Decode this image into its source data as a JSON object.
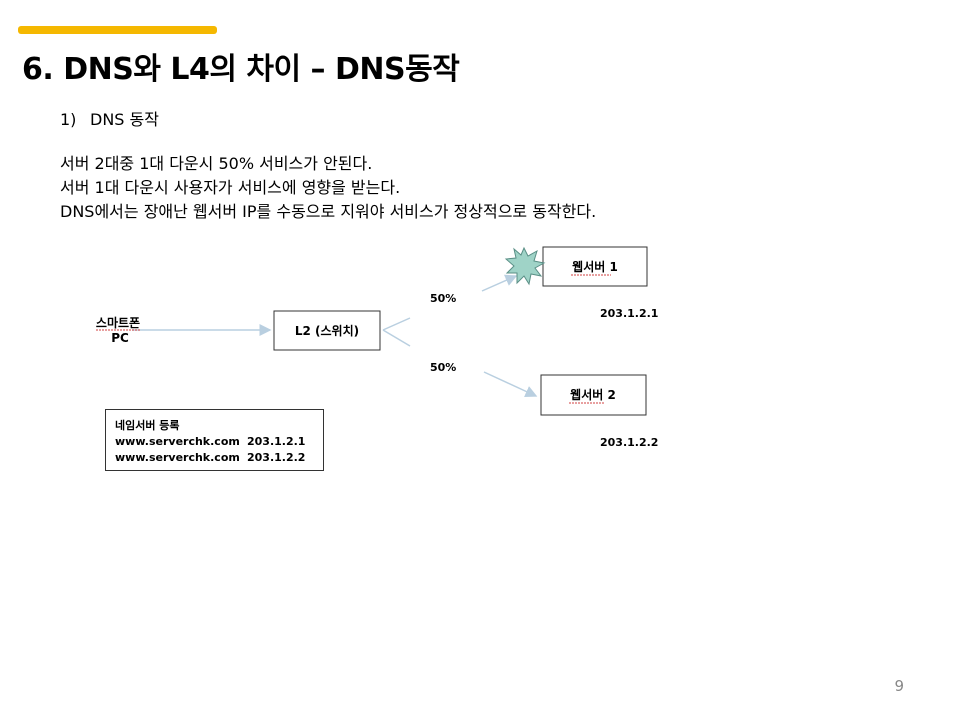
{
  "colors": {
    "accent": "#f5b800",
    "arrow": "#b9cfe0",
    "burst": "#9fd3c7",
    "border": "#333333"
  },
  "slide": {
    "title": "6. DNS와 L4의 차이 – DNS동작",
    "subhead_num": "1)",
    "subhead_text": "DNS 동작",
    "body_lines": [
      "서버 2대중 1대 다운시 50% 서비스가 안된다.",
      "서버 1대 다운시 사용자가 서비스에 영향을 받는다.",
      "DNS에서는 장애난  웹서버 IP를 수동으로 지워야 서비스가 정상적으로 동작한다."
    ],
    "page_number": "9"
  },
  "diagram": {
    "client_line1": "스마트폰",
    "client_line2": "PC",
    "switch_label": "L2 (스위치)",
    "pct_top": "50%",
    "pct_bottom": "50%",
    "server1_label": "웹서버 1",
    "server1_ip": "203.1.2.1",
    "server2_label": "웹서버 2",
    "server2_ip": "203.1.2.2",
    "registry": {
      "title": "네임서버 등록",
      "rows": [
        {
          "host": "www.serverchk.com",
          "ip": "203.1.2.1"
        },
        {
          "host": "www.serverchk.com",
          "ip": "203.1.2.2"
        }
      ]
    }
  }
}
